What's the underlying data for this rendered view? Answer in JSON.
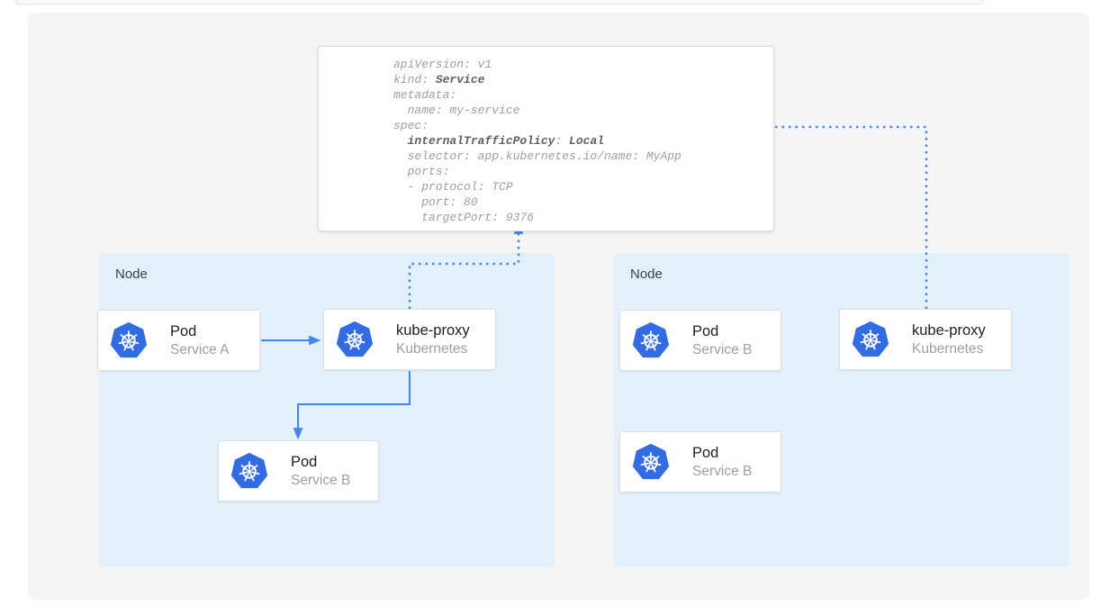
{
  "colors": {
    "canvas_bg": "#f5f5f5",
    "node_bg": "#e3f1fc",
    "card_bg": "#ffffff",
    "card_border": "#e0e0e0",
    "arrow_blue": "#4285f4",
    "kubernetes_blue": "#326ce5",
    "yaml_text": "#9e9e9e",
    "yaml_bold_text": "#616161",
    "card_title_text": "#202124",
    "card_subtitle_text": "#9aa0a6"
  },
  "yaml_card": {
    "lines": [
      [
        {
          "t": "apiVersion: v1",
          "b": false
        }
      ],
      [
        {
          "t": "kind: ",
          "b": false
        },
        {
          "t": "Service",
          "b": true
        }
      ],
      [
        {
          "t": "metadata:",
          "b": false
        }
      ],
      [
        {
          "t": "  name: my-service",
          "b": false
        }
      ],
      [
        {
          "t": "spec:",
          "b": false
        }
      ],
      [
        {
          "t": "  ",
          "b": false
        },
        {
          "t": "internalTrafficPolicy",
          "b": true
        },
        {
          "t": ": ",
          "b": false
        },
        {
          "t": "Local",
          "b": true
        }
      ],
      [
        {
          "t": "  selector: app.kubernetes.io/name: MyApp",
          "b": false
        }
      ],
      [
        {
          "t": "  ports:",
          "b": false
        }
      ],
      [
        {
          "t": "  - protocol: TCP",
          "b": false
        }
      ],
      [
        {
          "t": "    port: 80",
          "b": false
        }
      ],
      [
        {
          "t": "    targetPort: 9376",
          "b": false
        }
      ]
    ]
  },
  "nodes": {
    "left": {
      "label": "Node"
    },
    "right": {
      "label": "Node"
    }
  },
  "cards": {
    "pod_a": {
      "title": "Pod",
      "subtitle": "Service A"
    },
    "kube_proxy_left": {
      "title": "kube-proxy",
      "subtitle": "Kubernetes"
    },
    "pod_b_left": {
      "title": "Pod",
      "subtitle": "Service B"
    },
    "pod_b1_right": {
      "title": "Pod",
      "subtitle": "Service B"
    },
    "kube_proxy_right": {
      "title": "kube-proxy",
      "subtitle": "Kubernetes"
    },
    "pod_b2_right": {
      "title": "Pod",
      "subtitle": "Service B"
    }
  },
  "icons": {
    "kubernetes": "kubernetes-helm-wheel-icon"
  }
}
